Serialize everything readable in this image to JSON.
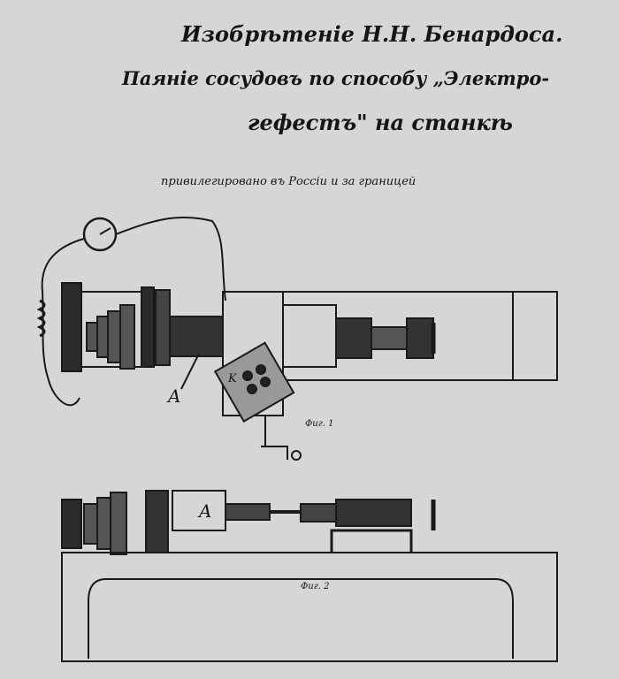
{
  "title": {
    "line1": "Изобрѣтеніе Н.Н. Бенардоса.",
    "line2": "Паяніе сосудовъ по способу „Электро-",
    "line3": "гефестъ\" на станкѣ",
    "line4": "привилегировано въ Россіи и за границей"
  },
  "figure1": {
    "caption": "Фиг. 1",
    "label_a": "A",
    "label_k": "K"
  },
  "figure2": {
    "caption": "Фиг. 2",
    "label_a": "A"
  }
}
